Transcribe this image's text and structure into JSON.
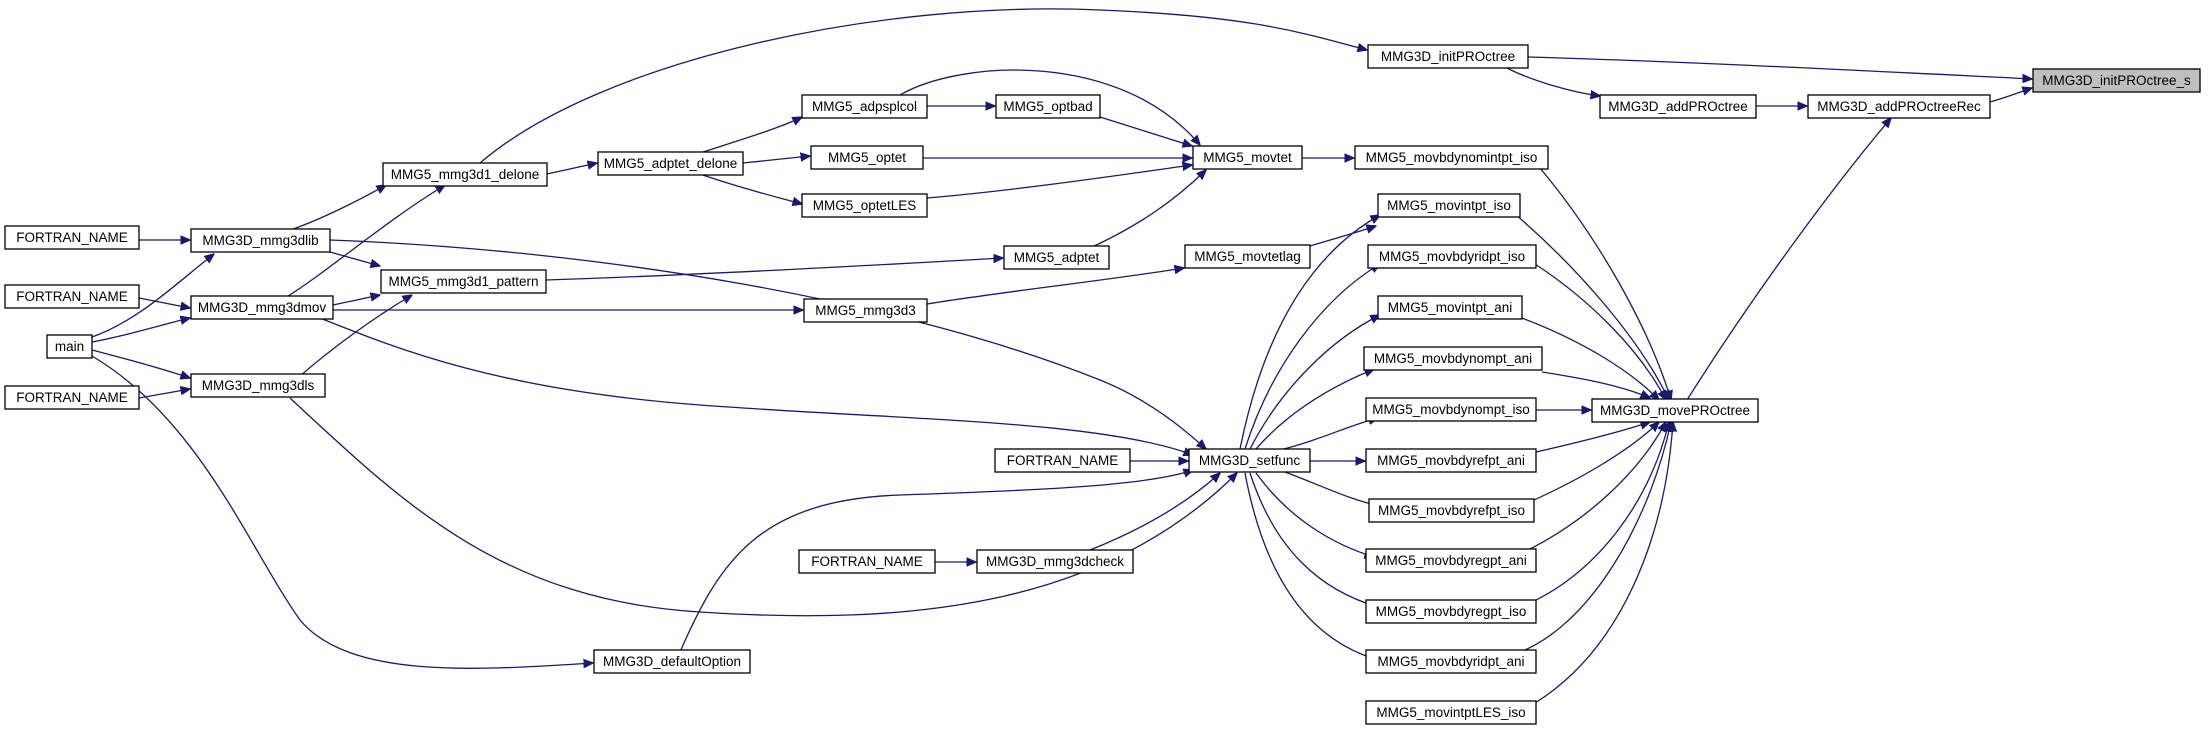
{
  "graph": {
    "type": "doxygen-caller-graph",
    "edge_color": "#191970",
    "node_fill": "#ffffff",
    "root_fill": "#bfbfbf",
    "nodes": [
      {
        "id": "root",
        "label": "MMG3D_initPROctree_s",
        "root": true
      },
      {
        "id": "initPROctree",
        "label": "MMG3D_initPROctree"
      },
      {
        "id": "addPROctree",
        "label": "MMG3D_addPROctree"
      },
      {
        "id": "addPROctreeRec",
        "label": "MMG3D_addPROctreeRec"
      },
      {
        "id": "movePROctree",
        "label": "MMG3D_movePROctree"
      },
      {
        "id": "mmg3d1_delone",
        "label": "MMG5_mmg3d1_delone"
      },
      {
        "id": "adptet_delone",
        "label": "MMG5_adptet_delone"
      },
      {
        "id": "adpsplcol",
        "label": "MMG5_adpsplcol"
      },
      {
        "id": "optbad",
        "label": "MMG5_optbad"
      },
      {
        "id": "optet",
        "label": "MMG5_optet"
      },
      {
        "id": "optetLES",
        "label": "MMG5_optetLES"
      },
      {
        "id": "movtet",
        "label": "MMG5_movtet"
      },
      {
        "id": "movbdynomintpt_iso",
        "label": "MMG5_movbdynomintpt_iso"
      },
      {
        "id": "movintpt_iso",
        "label": "MMG5_movintpt_iso"
      },
      {
        "id": "movbdyridpt_iso",
        "label": "MMG5_movbdyridpt_iso"
      },
      {
        "id": "movintpt_ani",
        "label": "MMG5_movintpt_ani"
      },
      {
        "id": "movbdynompt_ani",
        "label": "MMG5_movbdynompt_ani"
      },
      {
        "id": "movbdynompt_iso",
        "label": "MMG5_movbdynompt_iso"
      },
      {
        "id": "movbdyrefpt_ani",
        "label": "MMG5_movbdyrefpt_ani"
      },
      {
        "id": "movbdyrefpt_iso",
        "label": "MMG5_movbdyrefpt_iso"
      },
      {
        "id": "movbdyregpt_ani",
        "label": "MMG5_movbdyregpt_ani"
      },
      {
        "id": "movbdyregpt_iso",
        "label": "MMG5_movbdyregpt_iso"
      },
      {
        "id": "movbdyridpt_ani",
        "label": "MMG5_movbdyridpt_ani"
      },
      {
        "id": "movintptLES_iso",
        "label": "MMG5_movintptLES_iso"
      },
      {
        "id": "fortran1",
        "label": "FORTRAN_NAME"
      },
      {
        "id": "fortran2",
        "label": "FORTRAN_NAME"
      },
      {
        "id": "fortran3",
        "label": "FORTRAN_NAME"
      },
      {
        "id": "fortran4",
        "label": "FORTRAN_NAME"
      },
      {
        "id": "fortran5",
        "label": "FORTRAN_NAME"
      },
      {
        "id": "main",
        "label": "main"
      },
      {
        "id": "mmg3dlib",
        "label": "MMG3D_mmg3dlib"
      },
      {
        "id": "mmg3dmov",
        "label": "MMG3D_mmg3dmov"
      },
      {
        "id": "mmg3dls",
        "label": "MMG3D_mmg3dls"
      },
      {
        "id": "mmg3d1_pattern",
        "label": "MMG5_mmg3d1_pattern"
      },
      {
        "id": "adptet",
        "label": "MMG5_adptet"
      },
      {
        "id": "movtetlag",
        "label": "MMG5_movtetlag"
      },
      {
        "id": "mmg3d3",
        "label": "MMG5_mmg3d3"
      },
      {
        "id": "setfunc",
        "label": "MMG3D_setfunc"
      },
      {
        "id": "mmg3dcheck",
        "label": "MMG3D_mmg3dcheck"
      },
      {
        "id": "defaultOption",
        "label": "MMG3D_defaultOption"
      }
    ]
  }
}
